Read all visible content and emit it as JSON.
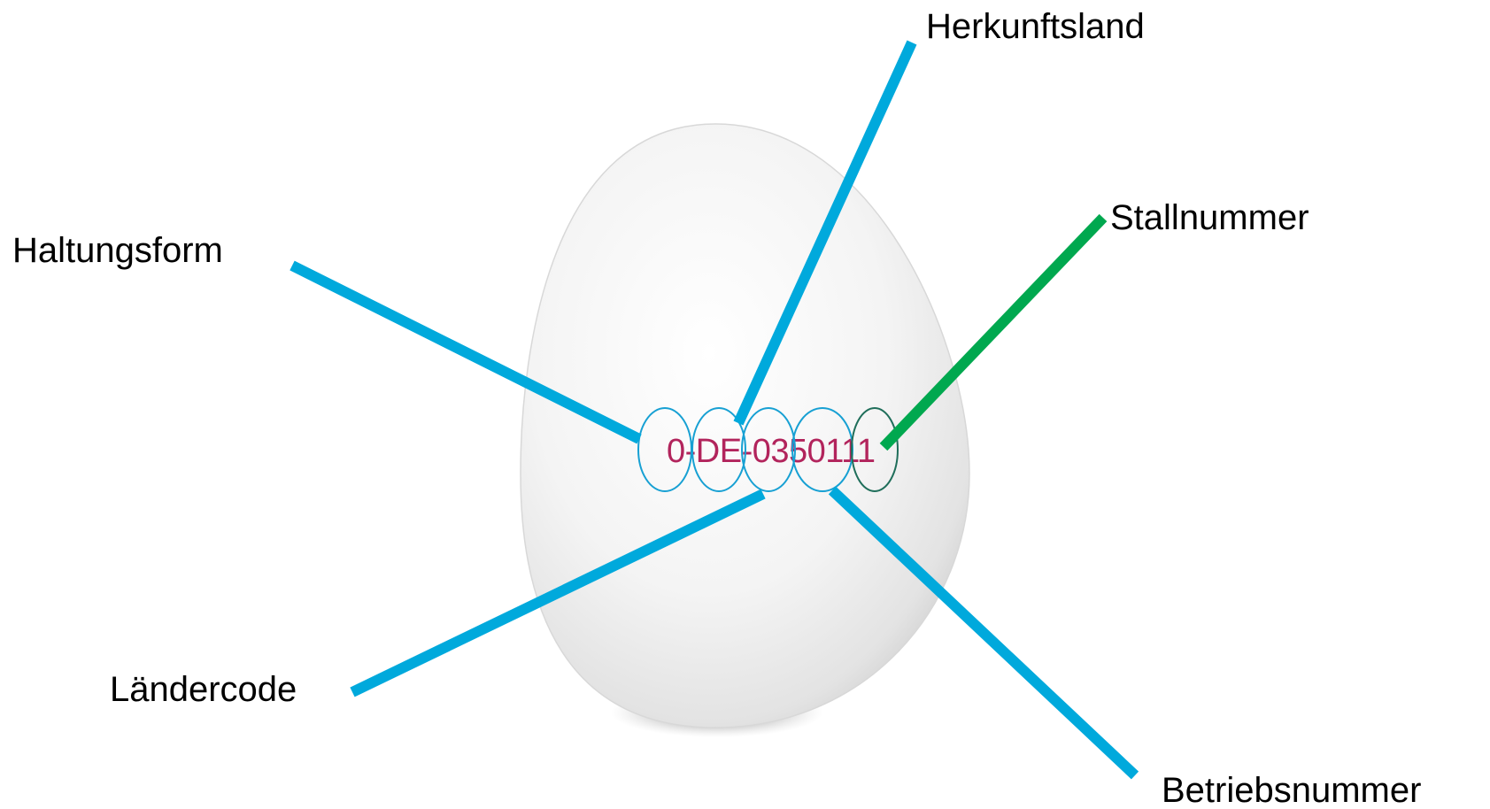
{
  "egg": {
    "stamp_code": "0-DE-0350111"
  },
  "labels": {
    "haltungsform": "Haltungsform",
    "herkunftsland": "Herkunftsland",
    "stallnummer": "Stallnummer",
    "laendercode": "Ländercode",
    "betriebsnummer": "Betriebsnummer"
  },
  "colors": {
    "leader_line": "#00a9dc",
    "leader_line_stall": "#00a84f",
    "segment_circle": "#17a0d3",
    "segment_circle_stall": "#1f6e5a",
    "stamp_ink": "#b2245c",
    "egg_shell": "#ffffff"
  }
}
